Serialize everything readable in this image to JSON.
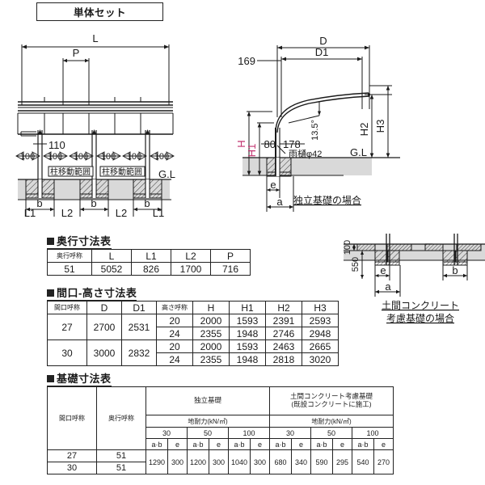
{
  "title_box": {
    "label": "単体セット"
  },
  "plan_drawing": {
    "name": "front-elevation",
    "dims": {
      "L": "L",
      "P": "P",
      "h110": "110",
      "arrows": [
        "100",
        "100",
        "100",
        "100",
        "100",
        "100"
      ],
      "move_range": "柱移動範囲",
      "gl": "G.L",
      "b": "b",
      "L1": "L1",
      "L2": "L2"
    }
  },
  "side_drawing": {
    "name": "side-elevation",
    "dims": {
      "D": "D",
      "D1": "D1",
      "d169": "169",
      "d80": "80",
      "d178": "178",
      "angle": "13.5°",
      "gutter": "雨樋φ42",
      "gl": "G.L",
      "H": "H",
      "H1": "H1",
      "H2": "H2",
      "H3": "H3",
      "e": "e",
      "a": "a"
    },
    "caption": "独立基礎の場合"
  },
  "slab_drawing": {
    "name": "slab-foundation-detail",
    "dims": {
      "d100": "100",
      "d550": "550",
      "e": "e",
      "a": "a",
      "b": "b"
    },
    "caption_line1": "土間コンクリート",
    "caption_line2": "考慮基礎の場合"
  },
  "depth_table": {
    "heading": "奥行寸法表",
    "headers": [
      "奥行呼称",
      "L",
      "L1",
      "L2",
      "P"
    ],
    "rows": [
      [
        "51",
        "5052",
        "826",
        "1700",
        "716"
      ]
    ]
  },
  "size_table": {
    "heading": "間口-高さ寸法表",
    "headers": [
      "間口呼称",
      "D",
      "D1",
      "高さ呼称",
      "H",
      "H1",
      "H2",
      "H3"
    ],
    "groups": [
      {
        "kuchi": "27",
        "D": "2700",
        "D1": "2531",
        "rows": [
          [
            "20",
            "2000",
            "1593",
            "2391",
            "2593"
          ],
          [
            "24",
            "2355",
            "1948",
            "2746",
            "2948"
          ]
        ]
      },
      {
        "kuchi": "30",
        "D": "3000",
        "D1": "2832",
        "rows": [
          [
            "20",
            "2000",
            "1593",
            "2463",
            "2665"
          ],
          [
            "24",
            "2355",
            "1948",
            "2818",
            "3020"
          ]
        ]
      }
    ]
  },
  "foundation_table": {
    "heading": "基礎寸法表",
    "col_kuchi": "間口呼称",
    "col_okuyuki": "奥行呼称",
    "group_left": "独立基礎",
    "group_right_line1": "土間コンクリート考慮基礎",
    "group_right_line2": "(既設コンクリートに施工)",
    "bearing_label": "地耐力(kN/㎡)",
    "bearing_values": [
      "30",
      "50",
      "100"
    ],
    "sub_headers": [
      "a·b",
      "e"
    ],
    "rows": [
      {
        "kuchi": "27",
        "okuyuki": "51"
      },
      {
        "kuchi": "30",
        "okuyuki": "51"
      }
    ],
    "values": [
      "1290",
      "300",
      "1200",
      "300",
      "1040",
      "300",
      "680",
      "340",
      "590",
      "295",
      "540",
      "270"
    ]
  },
  "colors": {
    "line": "#1a1a1a",
    "ground": "#d9d9d9",
    "magenta": "#c2326f",
    "white": "#ffffff"
  }
}
